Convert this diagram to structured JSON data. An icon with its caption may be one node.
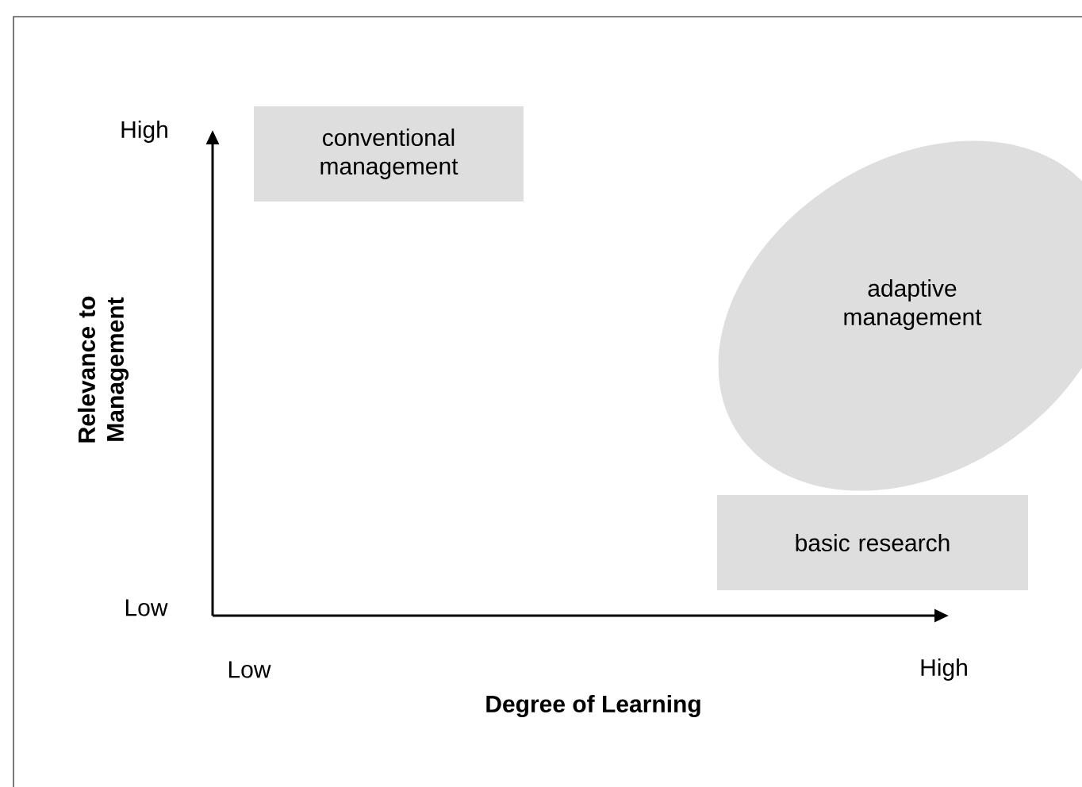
{
  "diagram": {
    "nodes": [
      {
        "text": [
          "conventional management"
        ]
      },
      {
        "text": [
          "adaptive management"
        ]
      },
      {
        "text": [
          "basic research"
        ]
      }
    ],
    "labels": [
      "High",
      "Relevance to Management",
      "Low",
      "Low",
      "High",
      "Degree of Learning"
    ]
  }
}
